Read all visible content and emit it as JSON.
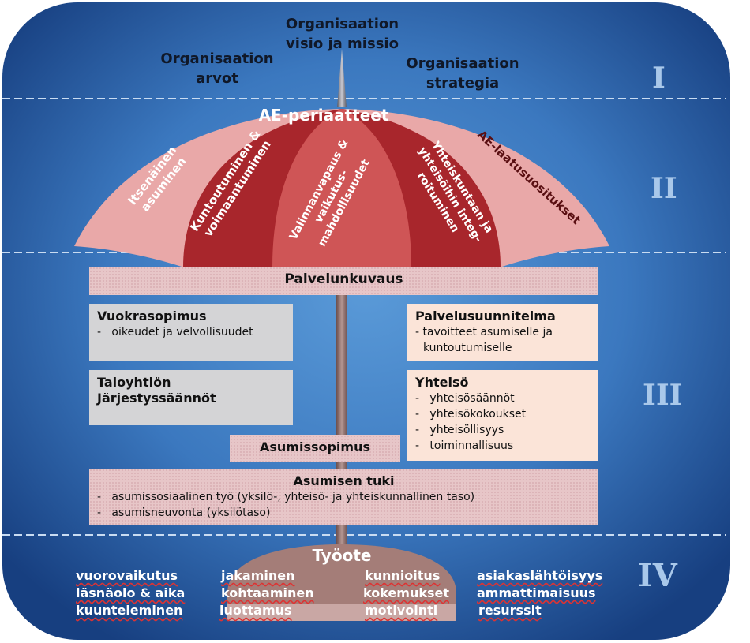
{
  "top": {
    "vision": [
      "Organisaation",
      "visio ja missio"
    ],
    "values": [
      "Organisaation",
      "arvot"
    ],
    "strategy": [
      "Organisaation",
      "strategia"
    ]
  },
  "levels": [
    "I",
    "II",
    "III",
    "IV"
  ],
  "umbrella": {
    "title": "AE-periaatteet",
    "panels": [
      [
        "Itsenäinen",
        "asuminen"
      ],
      [
        "Kuntoutuminen &",
        "voimaantuminen"
      ],
      [
        "Valinnanvapaus &",
        "vaikutus-",
        "mahdollisuudet"
      ],
      [
        "Yhteiskuntaan ja",
        "yhteisöihin integ-",
        "roituminen"
      ],
      [
        "AE-laatusuositukset"
      ]
    ]
  },
  "service_description": "Palvelunkuvaus",
  "lease": {
    "title": "Vuokrasopimus",
    "items": [
      "oikeudet ja velvollisuudet"
    ]
  },
  "service_plan": {
    "title": "Palvelusuunnitelma",
    "items": [
      "tavoitteet asumiselle ja",
      "kuntoutumiselle"
    ]
  },
  "house_rules": {
    "title": "Taloyhtiön",
    "title2": "Järjestyssäännöt"
  },
  "community": {
    "title": "Yhteisö",
    "items": [
      "yhteisösäännöt",
      "yhteisökokoukset",
      "yhteisöllisyys",
      "toiminnallisuus"
    ]
  },
  "housing_agreement": "Asumissopimus",
  "housing_support": {
    "title": "Asumisen tuki",
    "items": [
      "asumissosiaalinen työ (yksilö-, yhteisö- ja yhteiskunnallinen taso)",
      "asumisneuvonta (yksilötaso)"
    ]
  },
  "work": {
    "title": "Työote",
    "columns": [
      [
        "vuorovaikutus",
        "läsnäolo & aika",
        "kuunteleminen"
      ],
      [
        "jakaminen",
        "kohtaaminen",
        "luottamus"
      ],
      [
        "kunnioitus",
        "kokemukset",
        "motivointi"
      ],
      [
        "asiakaslähtöisyys",
        "ammattimaisuus",
        "resurssit"
      ]
    ]
  },
  "colors": {
    "background_top": "#1b4e96",
    "background_mid": "#4f8fd0",
    "umbrella_light": "#e9a8a8",
    "umbrella_dark": "#a8262c",
    "umbrella_mid": "#cf5556",
    "level_numerals": "#a9c8ea"
  }
}
